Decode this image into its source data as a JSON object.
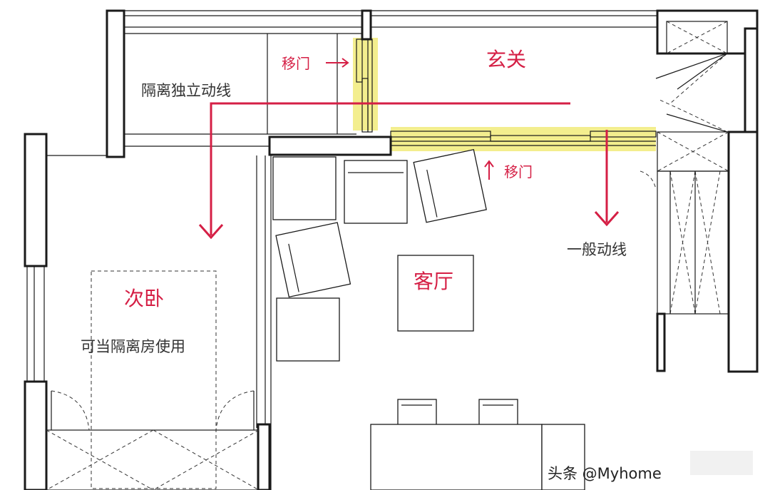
{
  "labels": {
    "sliding_door_top": "移门",
    "entry_hall": "玄关",
    "isolation_path": "隔离独立动线",
    "sliding_door_mid": "移门",
    "general_path": "一般动线",
    "living_room": "客厅",
    "second_bedroom": "次卧",
    "bedroom_note": "可当隔离房使用",
    "watermark": "头条 @Myhome"
  },
  "colors": {
    "red": "#d51f45",
    "highlight": "#f3ee8e",
    "line": "#1a1a1a"
  }
}
